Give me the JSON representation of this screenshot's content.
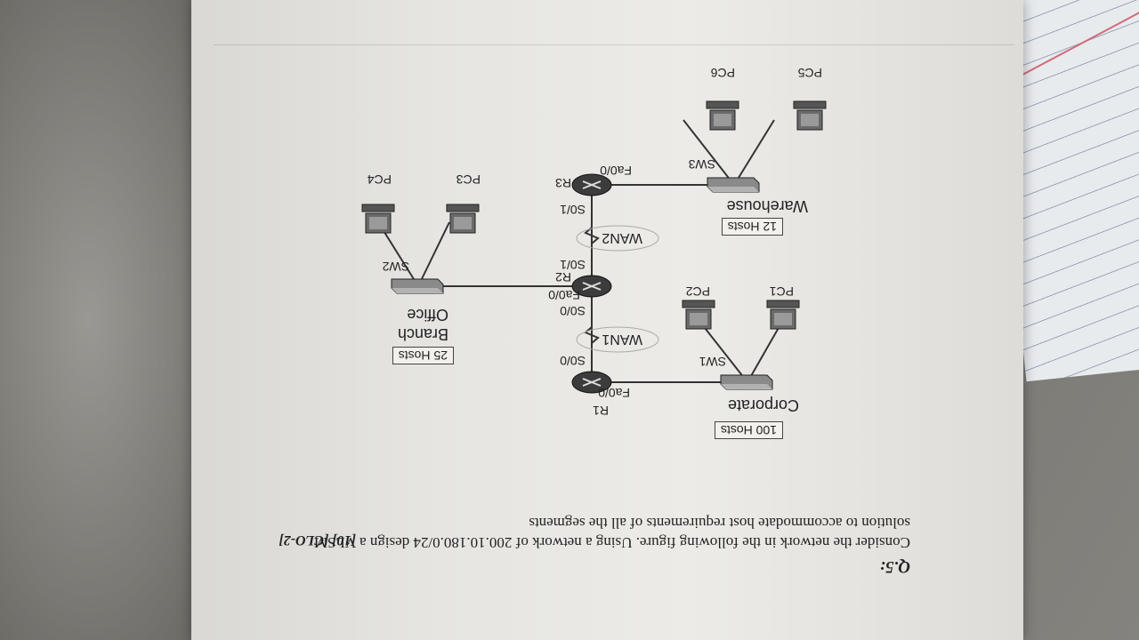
{
  "question": {
    "number": "Q.5:",
    "line1": "Consider the network in the following figure. Using a network of 200.10.180.0/24 design a VLSM",
    "line2": "solution to accommodate host requirements of all the segments",
    "marks": "[10] [CLO-2]"
  },
  "diagram": {
    "corporate": {
      "hosts": "100 Hosts",
      "name": "Corporate"
    },
    "branch": {
      "hosts": "25 Hosts",
      "name_line1": "Branch",
      "name_line2": "Office"
    },
    "warehouse": {
      "hosts": "12 Hosts",
      "name": "Warehouse"
    },
    "routers": [
      "R1",
      "R2",
      "R3"
    ],
    "switches": [
      "SW1",
      "SW2",
      "SW3"
    ],
    "pcs": [
      "PC1",
      "PC2",
      "PC3",
      "PC4",
      "PC5",
      "PC6"
    ],
    "links": [
      "WAN1",
      "WAN2"
    ],
    "interfaces": {
      "r1_fa": "Fa0/0",
      "r1_s": "S0/0",
      "r2_s0": "S0/0",
      "r2_s1": "S0/1",
      "r2_fa": "Fa0/0",
      "r3_s": "S0/1",
      "r3_fa": "Fa0/0"
    }
  }
}
